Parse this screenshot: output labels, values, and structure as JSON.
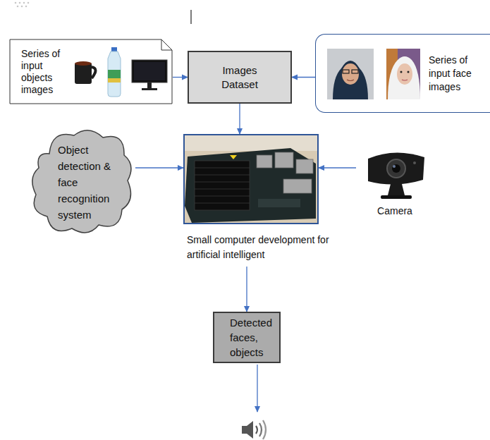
{
  "diagram": {
    "nodes": [
      {
        "text": [
          "Series of input objects images"
        ]
      },
      {
        "text": [
          "Images Dataset"
        ]
      },
      {
        "text": [
          "Series of input face images"
        ]
      },
      {
        "text": [
          "Object detection & face recognition system"
        ]
      },
      {
        "text": [
          "Small computer development for artificial intelligent"
        ]
      },
      {
        "text": [
          "Camera"
        ]
      },
      {
        "text": [
          "Detected faces, objects"
        ]
      }
    ],
    "edges": [
      {
        "from": 0,
        "to": 1,
        "arrow": "to"
      },
      {
        "from": 2,
        "to": 1,
        "arrow": "to"
      },
      {
        "from": 1,
        "to": 4,
        "arrow": "to"
      },
      {
        "from": 3,
        "to": 4,
        "arrow": "to"
      },
      {
        "from": 5,
        "to": 4,
        "arrow": "to"
      },
      {
        "from": 4,
        "to": 6,
        "arrow": "to"
      }
    ]
  }
}
